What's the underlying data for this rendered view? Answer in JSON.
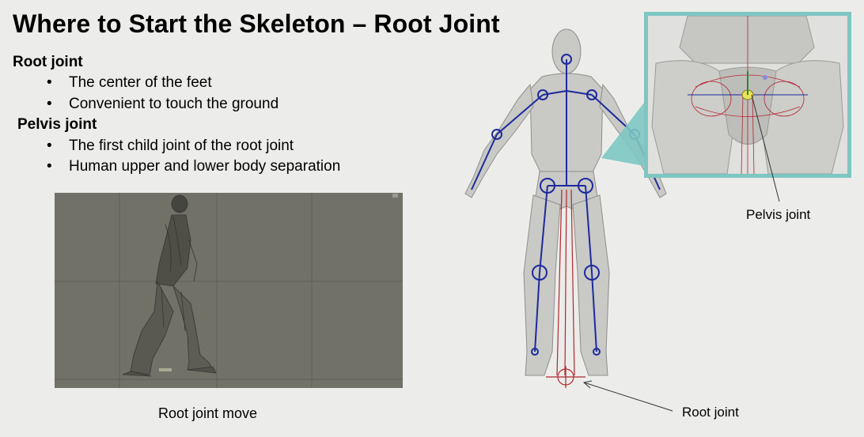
{
  "slide": {
    "title": "Where to Start the Skeleton – Root Joint",
    "root_heading": "Root joint",
    "root_bullets": [
      "The center of the feet",
      "Convenient to touch the ground"
    ],
    "pelvis_heading": "Pelvis joint",
    "pelvis_bullets": [
      "The first child joint of the root joint",
      "Human upper and lower body separation"
    ],
    "bullet_glyph": "•"
  },
  "captions": {
    "video": "Root joint move",
    "pelvis": "Pelvis joint",
    "root": "Root joint"
  },
  "colors": {
    "background": "#ecedea",
    "inset_border": "#7ec6c2",
    "bone_blue": "#1d2a9c",
    "root_red": "#b3262e",
    "viewport_gray": "#717168"
  }
}
